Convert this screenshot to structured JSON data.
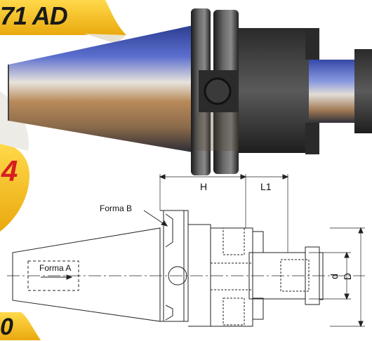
{
  "badges": {
    "top_left": "71 AD",
    "mid_left": "4",
    "bottom_left": "0"
  },
  "dimensions": {
    "H": "H",
    "L1": "L1",
    "d": "d",
    "D": "D"
  },
  "callouts": {
    "forma_a": "Forma A",
    "forma_b": "Forma B"
  },
  "colors": {
    "badge_yellow": "#f7c21a",
    "steel_blue": "#2b3f9a",
    "steel_dark": "#3a3a3a"
  }
}
